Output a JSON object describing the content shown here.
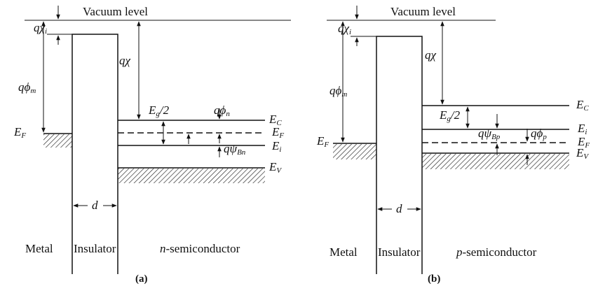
{
  "panel_a": {
    "vacuum": "Vacuum level",
    "q_chi_i": "qχ",
    "q_chi_i_sub": "i",
    "q_chi": "qχ",
    "q_phi_m": "qϕ",
    "q_phi_m_sub": "m",
    "e_f_metal": "E",
    "e_f_metal_sub": "F",
    "eg_half": "E",
    "eg_half_sub": "g",
    "eg_half_rest": "/2",
    "q_phi_n": "qϕ",
    "q_phi_n_sub": "n",
    "e_c": "E",
    "e_c_sub": "C",
    "e_f": "E",
    "e_f_sub": "F",
    "q_psi_bn": "qψ",
    "q_psi_bn_sub": "Bn",
    "e_i": "E",
    "e_i_sub": "i",
    "e_v": "E",
    "e_v_sub": "V",
    "d": "d",
    "metal": "Metal",
    "insulator": "Insulator",
    "semi_prefix": "n",
    "semi_rest": "-semiconductor",
    "caption": "(a)"
  },
  "panel_b": {
    "vacuum": "Vacuum level",
    "q_chi_i": "qχ",
    "q_chi_i_sub": "i",
    "q_chi": "qχ",
    "q_phi_m": "qϕ",
    "q_phi_m_sub": "m",
    "e_f_metal": "E",
    "e_f_metal_sub": "F",
    "eg_half": "E",
    "eg_half_sub": "g",
    "eg_half_rest": "/2",
    "q_psi_bp": "qψ",
    "q_psi_bp_sub": "Bp",
    "q_phi_p": "qϕ",
    "q_phi_p_sub": "p",
    "e_c": "E",
    "e_c_sub": "C",
    "e_i": "E",
    "e_i_sub": "i",
    "e_f": "E",
    "e_f_sub": "F",
    "e_v": "E",
    "e_v_sub": "V",
    "d": "d",
    "metal": "Metal",
    "insulator": "Insulator",
    "semi_prefix": "p",
    "semi_rest": "-semiconductor",
    "caption": "(b)"
  }
}
